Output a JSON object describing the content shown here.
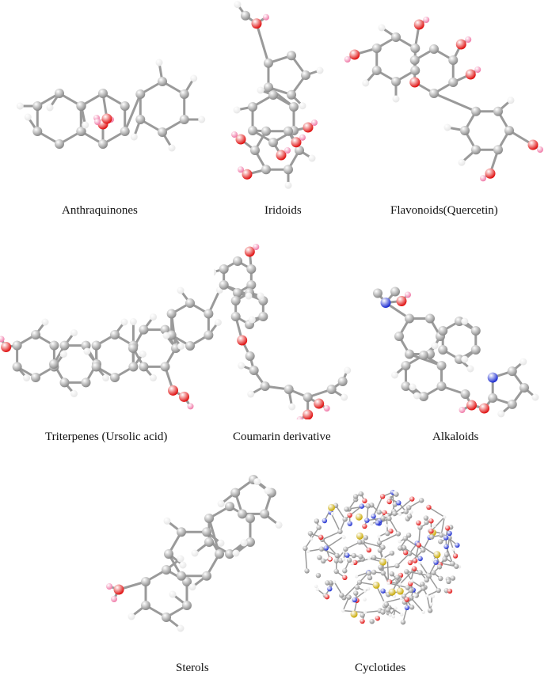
{
  "figure": {
    "panels": [
      {
        "id": "anthraquinones",
        "label": "Anthraquinones"
      },
      {
        "id": "iridoids",
        "label": "Iridoids"
      },
      {
        "id": "flavonoids",
        "label": "Flavonoids(Quercetin)"
      },
      {
        "id": "triterpenes",
        "label": "Triterpenes (Ursolic acid)"
      },
      {
        "id": "coumarin",
        "label": "Coumarin derivative"
      },
      {
        "id": "alkaloids",
        "label": "Alkaloids"
      },
      {
        "id": "sterols",
        "label": "Sterols"
      },
      {
        "id": "cyclotides",
        "label": "Cyclotides"
      }
    ],
    "colors": {
      "carbon": "#8a8a8a",
      "hydrogen": "#e6e6e6",
      "oxygen": "#e01010",
      "hydroxyl_h": "#f07aa8",
      "nitrogen": "#1a2ad0",
      "sulfur": "#c8a800",
      "bond": "#9a9a9a"
    }
  }
}
